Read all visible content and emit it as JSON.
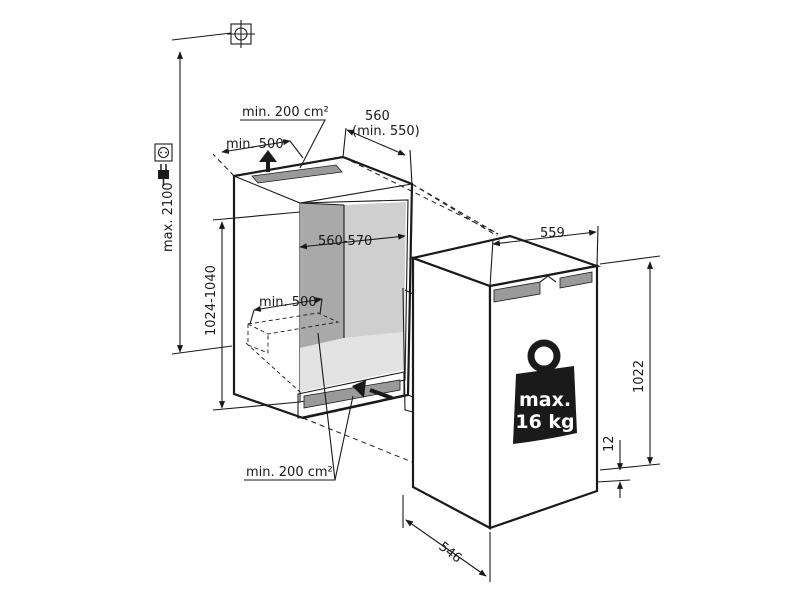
{
  "labels": {
    "top_vent_area": "min. 200 cm²",
    "top_depth": "min. 500",
    "niche_width": "560",
    "niche_width_min": "(min. 550)",
    "niche_height_max": "max. 2100",
    "niche_height_range": "1024-1040",
    "inner_width": "560-570",
    "floor_depth": "min. 500",
    "bottom_vent_area": "min. 200 cm²",
    "appliance_width": "559",
    "appliance_height": "1022",
    "plinth_offset": "12",
    "appliance_depth": "546",
    "door_load_line1": "max.",
    "door_load_line2": "16 kg"
  }
}
